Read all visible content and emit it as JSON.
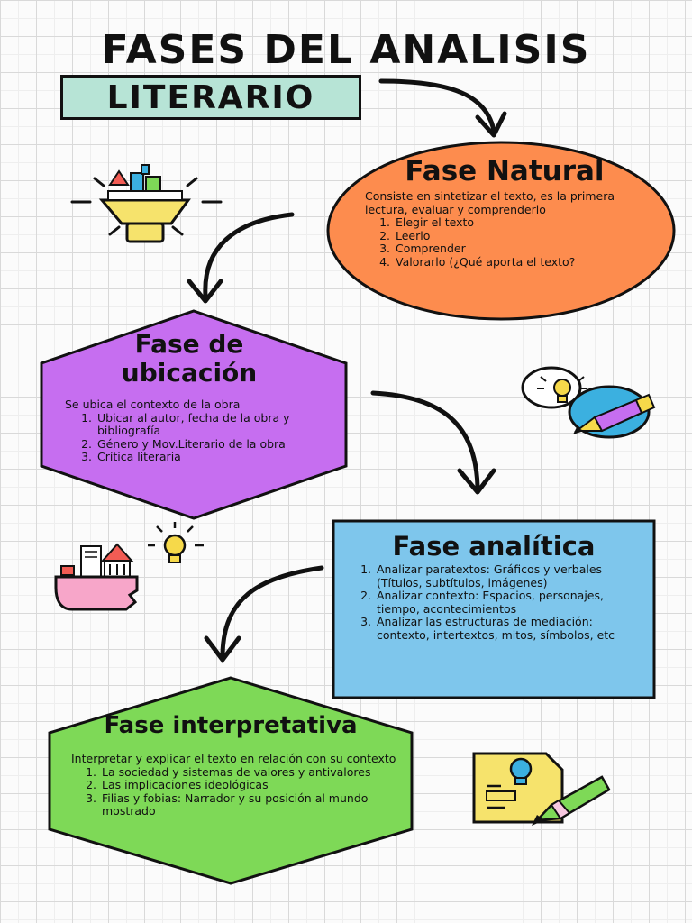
{
  "title": "FASES DEL ANALISIS",
  "subtitle": "LITERARIO",
  "colors": {
    "subtitle_bg": "#b7e4d6",
    "natural": "#fd8c4e",
    "ubicacion": "#c66ef0",
    "analitica": "#7ec6ec",
    "interpretativa": "#7ed957"
  },
  "phases": [
    {
      "title": "Fase Natural",
      "intro": "Consiste en sintetizar el texto, es la primera lectura, evaluar y comprenderlo",
      "items": [
        "Elegir el texto",
        "Leerlo",
        "Comprender",
        "Valorarlo (¿Qué aporta el texto?"
      ]
    },
    {
      "title": "Fase de ubicación",
      "intro": "Se ubica el contexto de la obra",
      "items": [
        "Ubicar al autor, fecha de la obra y bibliografía",
        "Género y Mov.Literario de la obra",
        "Crítica literaria"
      ]
    },
    {
      "title": "Fase analítica",
      "intro": "",
      "items": [
        "Analizar paratextos: Gráficos y verbales (Títulos, subtítulos, imágenes)",
        "Analizar contexto: Espacios, personajes, tiempo, acontecimientos",
        "Analizar las estructuras de mediación: contexto, intertextos, mitos, símbolos, etc"
      ]
    },
    {
      "title": "Fase interpretativa",
      "intro": "Interpretar y explicar el texto en relación con su contexto",
      "items": [
        "La sociedad y sistemas de valores y antivalores",
        "Las implicaciones ideológicas",
        "Filias y fobias: Narrador y su posición al mundo mostrado"
      ]
    }
  ],
  "icons": [
    "education-lamp-icon",
    "lightbulb-pencil-icon",
    "education-book-icon",
    "idea-document-pencil-icon"
  ]
}
